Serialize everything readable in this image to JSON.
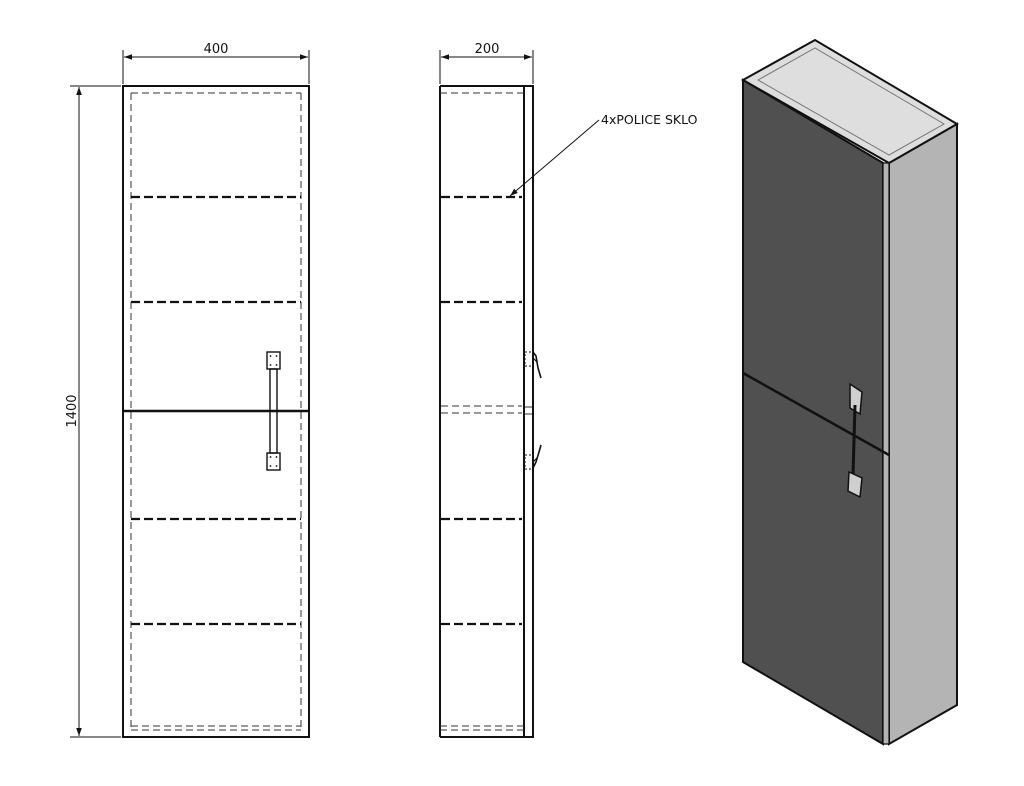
{
  "front_view": {
    "width_label": "400",
    "height_label": "1400"
  },
  "side_view": {
    "depth_label": "200",
    "callout_label": "4xPOLICE SKLO"
  },
  "iso_view": {
    "front_color": "#505050",
    "side_color": "#b4b4b4",
    "top_color": "#dedede",
    "edge_color": "#111111"
  }
}
